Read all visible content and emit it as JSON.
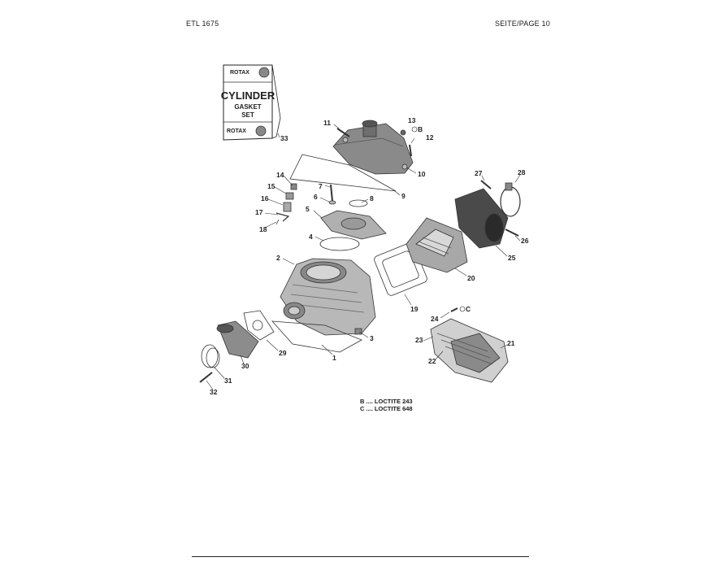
{
  "header": {
    "left": "ETL 1675",
    "right": "SEITE/PAGE 10"
  },
  "package": {
    "brand": "ROTAX",
    "title": "CYLINDER",
    "line2": "GASKET",
    "line3": "SET"
  },
  "callouts": [
    "1",
    "2",
    "3",
    "4",
    "5",
    "6",
    "7",
    "8",
    "9",
    "10",
    "11",
    "12",
    "13",
    "14",
    "15",
    "16",
    "17",
    "18",
    "19",
    "20",
    "21",
    "22",
    "23",
    "24",
    "25",
    "26",
    "27",
    "28",
    "29",
    "30",
    "31",
    "32",
    "33"
  ],
  "notes": {
    "b_marker": "B",
    "c_marker": "C",
    "legend_b": "B .... LOCTITE 243",
    "legend_c": "C .... LOCTITE 648"
  }
}
